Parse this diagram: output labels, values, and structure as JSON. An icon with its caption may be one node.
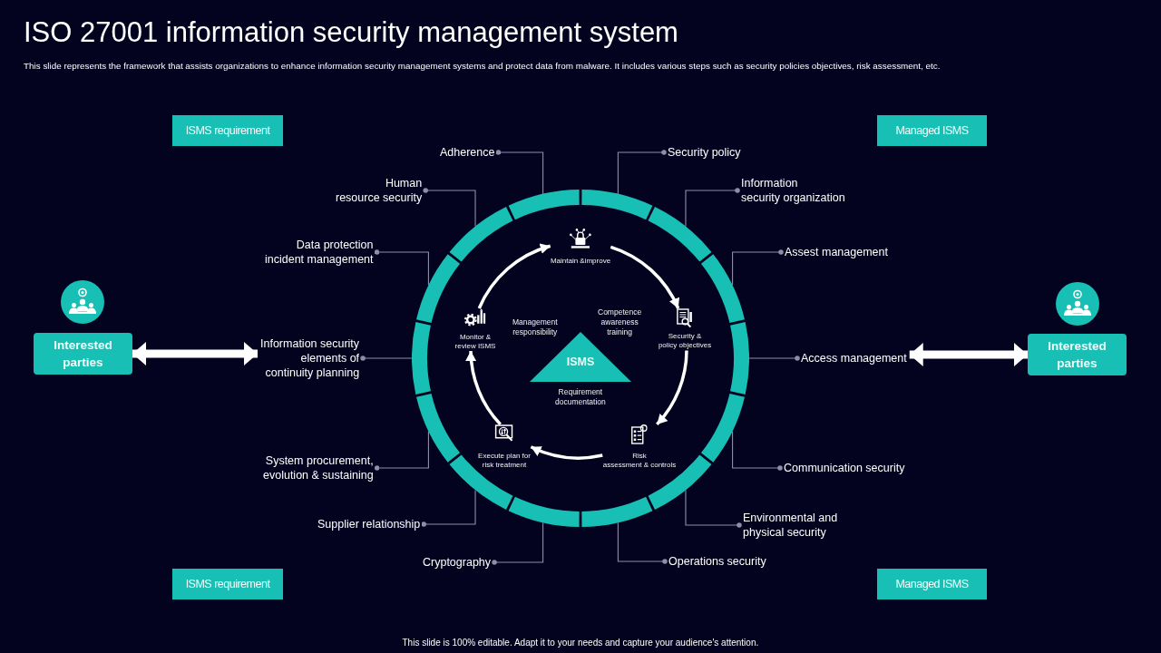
{
  "diagram": {
    "title": "ISO 27001 information security management system",
    "caption": "This slide represents the framework that assists organizations to enhance information security management systems and protect data from malware. It includes various steps such as security policies objectives, risk assessment, etc.",
    "nodes": [
      {
        "text": [
          "ISMS requirement"
        ]
      },
      {
        "text": [
          "Managed ISMS"
        ]
      },
      {
        "text": [
          "Adherence"
        ]
      },
      {
        "text": [
          "Security policy"
        ]
      },
      {
        "text": [
          "Human resource security"
        ]
      },
      {
        "text": [
          "Information security organization"
        ]
      },
      {
        "text": [
          "Assest management"
        ]
      },
      {
        "text": [
          "Data protection incident management"
        ]
      },
      {
        "text": [
          "Interested parties"
        ]
      },
      {
        "text": [
          "Information security elements of continuity planning"
        ]
      },
      {
        "text": [
          "Access management"
        ]
      },
      {
        "text": [
          "Interested parties"
        ]
      },
      {
        "text": [
          "System procurement, evolution & sustaining"
        ]
      },
      {
        "text": [
          "Communication security"
        ]
      },
      {
        "text": [
          "Supplier relationship"
        ]
      },
      {
        "text": [
          "Environmental and physical security"
        ]
      },
      {
        "text": [
          "Cryptography"
        ]
      },
      {
        "text": [
          "Operations security"
        ]
      },
      {
        "text": [
          "ISMS requirement"
        ]
      },
      {
        "text": [
          "Managed ISMS"
        ]
      },
      {
        "text": [],
        "shape": "ring"
      },
      {
        "text": [
          "Maintain &improve"
        ],
        "in": 20
      },
      {
        "text": [
          "Monitor & review ISMS"
        ],
        "in": 20
      },
      {
        "text": [
          "Security & policy objectives"
        ],
        "in": 20
      },
      {
        "text": [
          "ISMS"
        ],
        "in": 20,
        "beside": [
          "Management responsibility",
          "Competence awareness training",
          "Requirement documentation"
        ]
      },
      {
        "text": [
          "Execute plan for risk treatment"
        ],
        "in": 20
      },
      {
        "text": [
          "Risk assessment & controls"
        ],
        "in": 20
      }
    ],
    "edges": [
      {
        "from": 2,
        "to": 20,
        "arrow": "other"
      },
      {
        "from": 3,
        "to": 20,
        "arrow": "other"
      },
      {
        "from": 4,
        "to": 20,
        "arrow": "other"
      },
      {
        "from": 5,
        "to": 20,
        "arrow": "other"
      },
      {
        "from": 6,
        "to": 20,
        "arrow": "other"
      },
      {
        "from": 7,
        "to": 20,
        "arrow": "other"
      },
      {
        "from": 9,
        "to": 20,
        "arrow": "other"
      },
      {
        "from": 10,
        "to": 20,
        "arrow": "other"
      },
      {
        "from": 12,
        "to": 20,
        "arrow": "other"
      },
      {
        "from": 13,
        "to": 20,
        "arrow": "other"
      },
      {
        "from": 14,
        "to": 20,
        "arrow": "other"
      },
      {
        "from": 15,
        "to": 20,
        "arrow": "other"
      },
      {
        "from": 16,
        "to": 20,
        "arrow": "other"
      },
      {
        "from": 17,
        "to": 20,
        "arrow": "other"
      },
      {
        "from": 8,
        "to": 9,
        "arrow": "both",
        "style": "thick",
        "color": "#ffffff"
      },
      {
        "from": 11,
        "to": 10,
        "arrow": "both",
        "style": "thick",
        "color": "#ffffff"
      },
      {
        "from": 21,
        "to": 23,
        "arrow": "to",
        "style": "thick",
        "color": "#ffffff"
      },
      {
        "from": 23,
        "to": 26,
        "arrow": "to",
        "style": "thick",
        "color": "#ffffff"
      },
      {
        "from": 26,
        "to": 25,
        "arrow": "to",
        "style": "thick",
        "color": "#ffffff"
      },
      {
        "from": 25,
        "to": 22,
        "arrow": "to",
        "style": "thick",
        "color": "#ffffff"
      },
      {
        "from": 22,
        "to": 21,
        "arrow": "to",
        "style": "thick",
        "color": "#ffffff"
      }
    ],
    "labels": [
      "This slide is 100% editable. Adapt it to your needs and capture your audience's attention."
    ]
  }
}
